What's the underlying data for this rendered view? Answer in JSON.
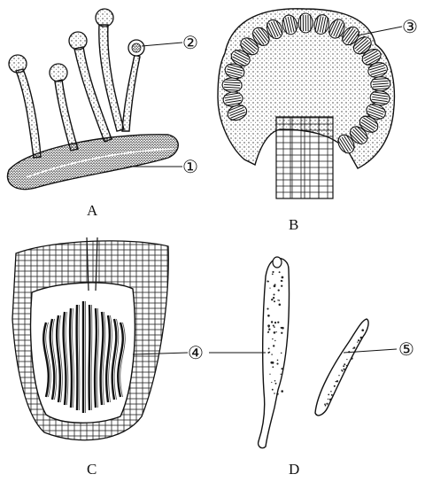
{
  "panels": [
    {
      "letter": "A"
    },
    {
      "letter": "B"
    },
    {
      "letter": "C"
    },
    {
      "letter": "D"
    }
  ],
  "callouts": [
    "①",
    "②",
    "③",
    "④",
    "⑤"
  ]
}
